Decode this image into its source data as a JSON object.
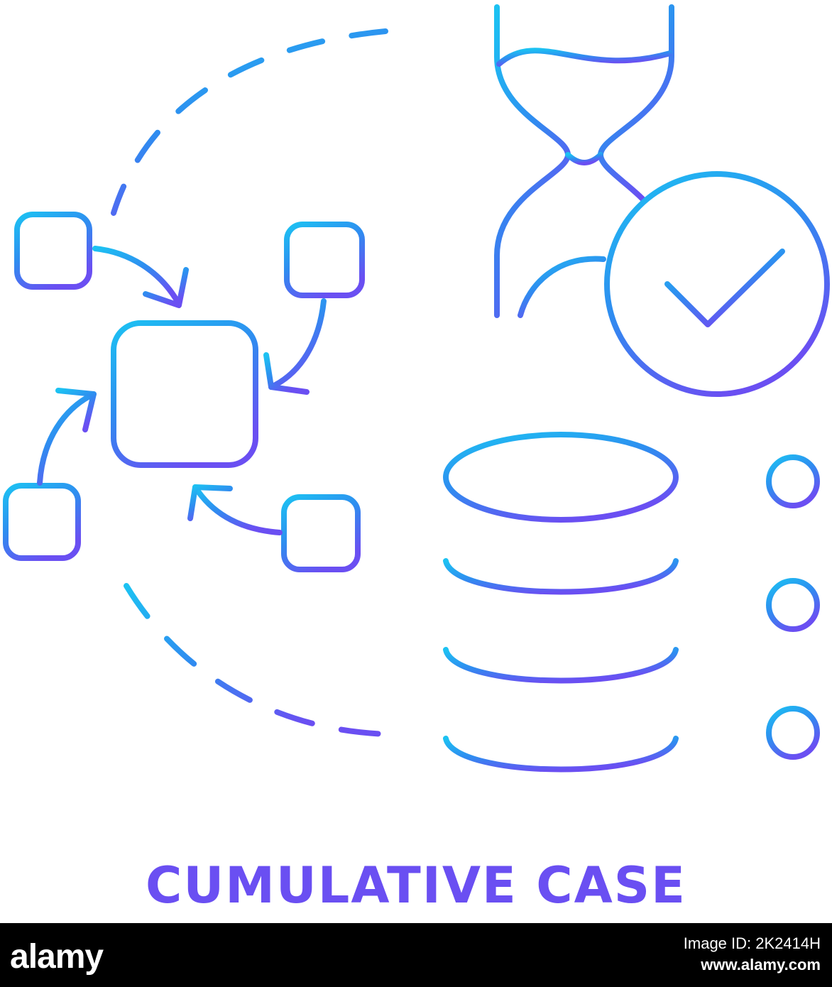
{
  "title": "CUMULATIVE CASE",
  "icons": [
    "hourglass-icon",
    "checkmark-circle-icon",
    "database-icon",
    "hierarchy-icon",
    "flow-arrows-icon"
  ],
  "colors": {
    "gradient_start": "#1aa9ef",
    "gradient_end": "#6a4ff2",
    "footer_bg": "#000000"
  },
  "footer": {
    "logo": "alamy",
    "image_id": "Image ID: 2K2414H",
    "site": "www.alamy.com"
  }
}
